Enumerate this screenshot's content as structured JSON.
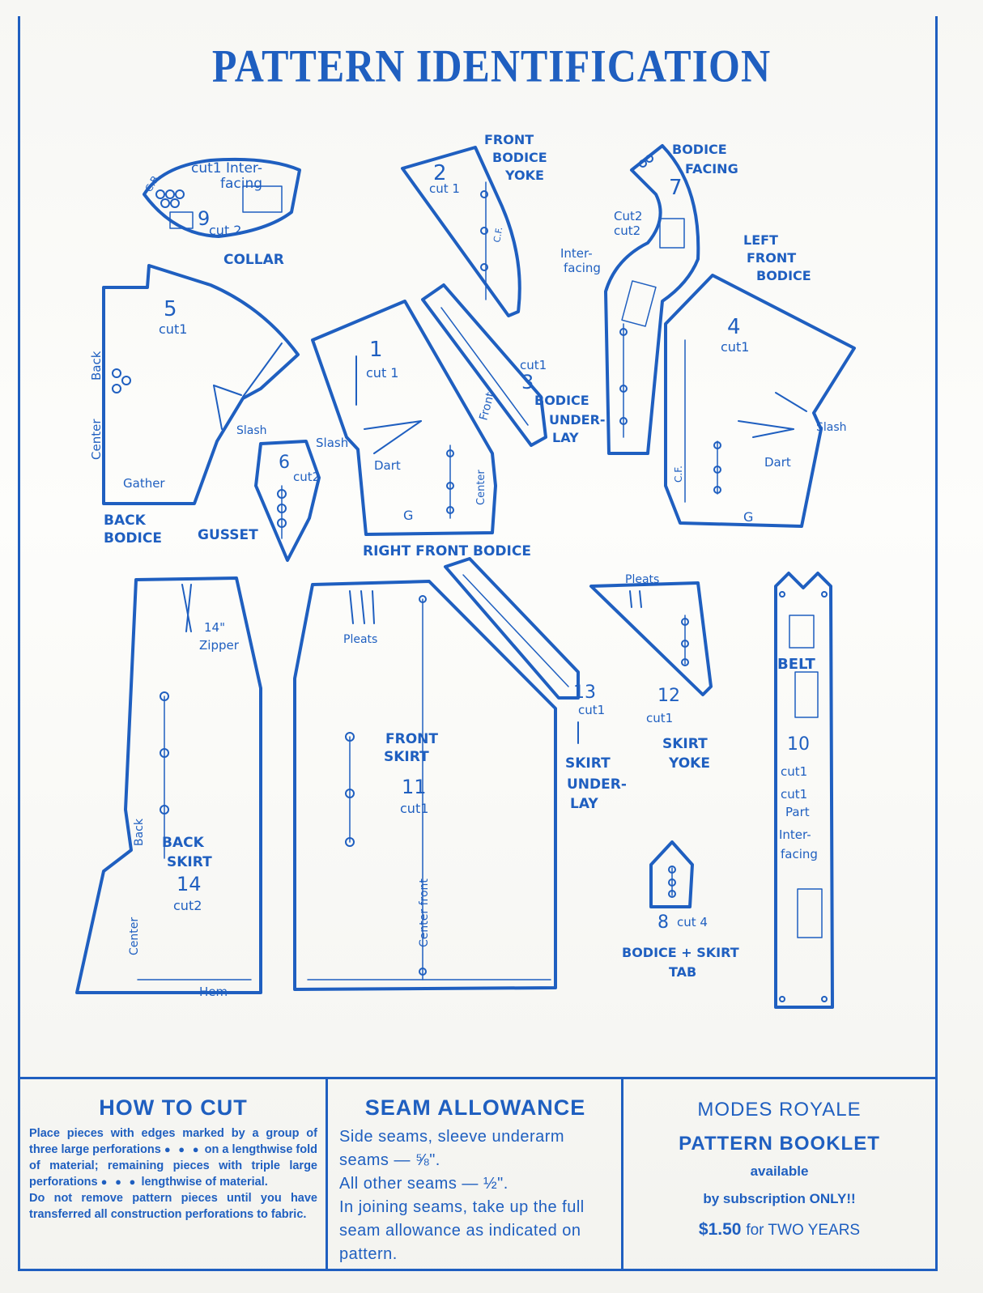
{
  "title": "PATTERN IDENTIFICATION",
  "pieces": {
    "collar": {
      "cut": "cut1 Inter-",
      "cut_b": "facing",
      "cb": "C.B.",
      "num": "9",
      "cut2": "cut 2",
      "name": "COLLAR"
    },
    "front_yoke": {
      "num": "2",
      "cut": "cut 1",
      "cf": "C.F.",
      "name1": "FRONT",
      "name2": "BODICE",
      "name3": "YOKE"
    },
    "bodice_facing": {
      "num": "7",
      "cut_a": "Cut2",
      "cut_b": "cut2",
      "inter1": "Inter-",
      "inter2": "facing",
      "name1": "BODICE",
      "name2": "FACING"
    },
    "back_bodice": {
      "num": "5",
      "cut": "cut1",
      "back": "Back",
      "center": "Center",
      "gather": "Gather",
      "slash": "Slash",
      "name1": "BACK",
      "name2": "BODICE"
    },
    "gusset": {
      "num": "6",
      "cut": "cut2",
      "name": "GUSSET"
    },
    "right_front": {
      "num": "1",
      "cut": "cut 1",
      "slash": "Slash",
      "dart": "Dart",
      "front": "Front",
      "center": "Center",
      "g": "G",
      "name": "RIGHT FRONT BODICE"
    },
    "underlay": {
      "num": "3",
      "cut": "cut1",
      "name1": "BODICE",
      "name2": "UNDER-",
      "name3": "LAY"
    },
    "left_front": {
      "num": "4",
      "cut": "cut1",
      "slash": "Slash",
      "dart": "Dart",
      "cf": "C.F.",
      "g": "G",
      "name1": "LEFT",
      "name2": "FRONT",
      "name3": "BODICE"
    },
    "back_skirt": {
      "num": "14",
      "cut": "cut2",
      "zip1": "14\"",
      "zip2": "Zipper",
      "back": "Back",
      "center": "Center",
      "hem": "Hem",
      "name1": "BACK",
      "name2": "SKIRT"
    },
    "front_skirt": {
      "num": "11",
      "cut": "cut1",
      "pleats": "Pleats",
      "center": "Center front",
      "name1": "FRONT",
      "name2": "SKIRT"
    },
    "skirt_underlay": {
      "num": "13",
      "cut": "cut1",
      "name1": "SKIRT",
      "name2": "UNDER-",
      "name3": "LAY"
    },
    "skirt_yoke": {
      "num": "12",
      "cut": "cut1",
      "pleats": "Pleats",
      "name1": "SKIRT",
      "name2": "YOKE"
    },
    "belt": {
      "name": "BELT",
      "num": "10",
      "cut1": "cut1",
      "cut2": "cut1",
      "part": "Part",
      "inter1": "Inter-",
      "inter2": "facing"
    },
    "tab": {
      "num": "8",
      "cut": "cut 4",
      "name1": "BODICE + SKIRT",
      "name2": "TAB"
    }
  },
  "how_to_cut": {
    "heading": "HOW TO CUT",
    "p1a": "Place pieces with edges marked by a group of three large perforations",
    "p1b": "on a lengthwise fold of material; remaining pieces with triple large perforations",
    "p1c": "lengthwise of material.",
    "p2": "Do not remove pattern pieces until you have transferred all construction perforations to fabric."
  },
  "seam_allowance": {
    "heading": "SEAM ALLOWANCE",
    "l1": "Side seams, sleeve underarm seams — ⅝\".",
    "l2": "All other seams — ½\".",
    "l3": "In joining seams, take up the full seam allowance as indicated on pattern."
  },
  "booklet": {
    "l1": "MODES ROYALE",
    "l2": "PATTERN BOOKLET",
    "l3": "available",
    "l4": "by subscription ONLY!!",
    "price": "$1.50",
    "l5": "for TWO YEARS"
  },
  "colors": {
    "ink": "#1f5fc0",
    "paper": "#fbfbf9"
  }
}
